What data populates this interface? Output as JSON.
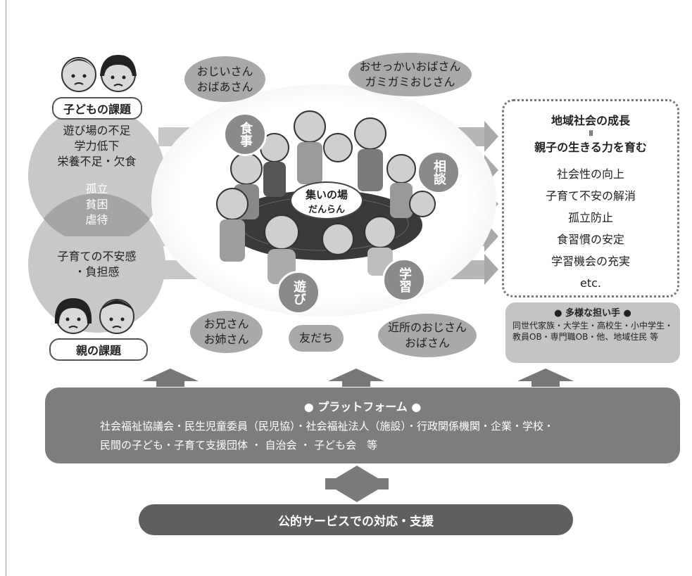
{
  "child_issues": {
    "label": "子どもの課題",
    "items": "遊び場の不足\n学力低下\n栄養不足・欠食"
  },
  "shared_issues": "孤立\n貧困\n虐待",
  "parent_issues": {
    "label": "親の課題",
    "items": "子育ての不安感\n・負担感"
  },
  "bubbles": {
    "grandparents": "おじいさん\nおばあさん",
    "busybodies": "おせっかいおばさん\nガミガミおじさん",
    "siblings": "お兄さん\nお姉さん",
    "friends": "友だち",
    "neighbors": "近所のおじさん\nおばさん"
  },
  "center": {
    "place_label_line1": "集いの場",
    "place_label_line2": "だんらん",
    "activities": {
      "meal": "食事",
      "consult": "相談",
      "play": "遊び",
      "study": "学習"
    }
  },
  "growth": {
    "title_line1": "地域社会の成長",
    "equals": "॥",
    "title_line2": "親子の生きる力を育む",
    "items": [
      "社会性の向上",
      "子育て不安の解消",
      "孤立防止",
      "食習慣の安定",
      "学習機会の充実",
      "etc."
    ]
  },
  "supporters": {
    "title": "● 多様な担い手 ●",
    "text": "同世代家族・大学生・高校生・小中学生・教員OB・専門職OB・他、地域住民 等"
  },
  "platform": {
    "title": "● プラットフォーム ●",
    "line1": "社会福祉協議会・民生児童委員（民児協）・社会福祉法人（施設）・行政関係機関・企業・学校・",
    "line2": "民間の子ども・子育て支援団体 ・ 自治会 ・ 子ども会　等"
  },
  "public_service": "公的サービスでの対応・支援"
}
